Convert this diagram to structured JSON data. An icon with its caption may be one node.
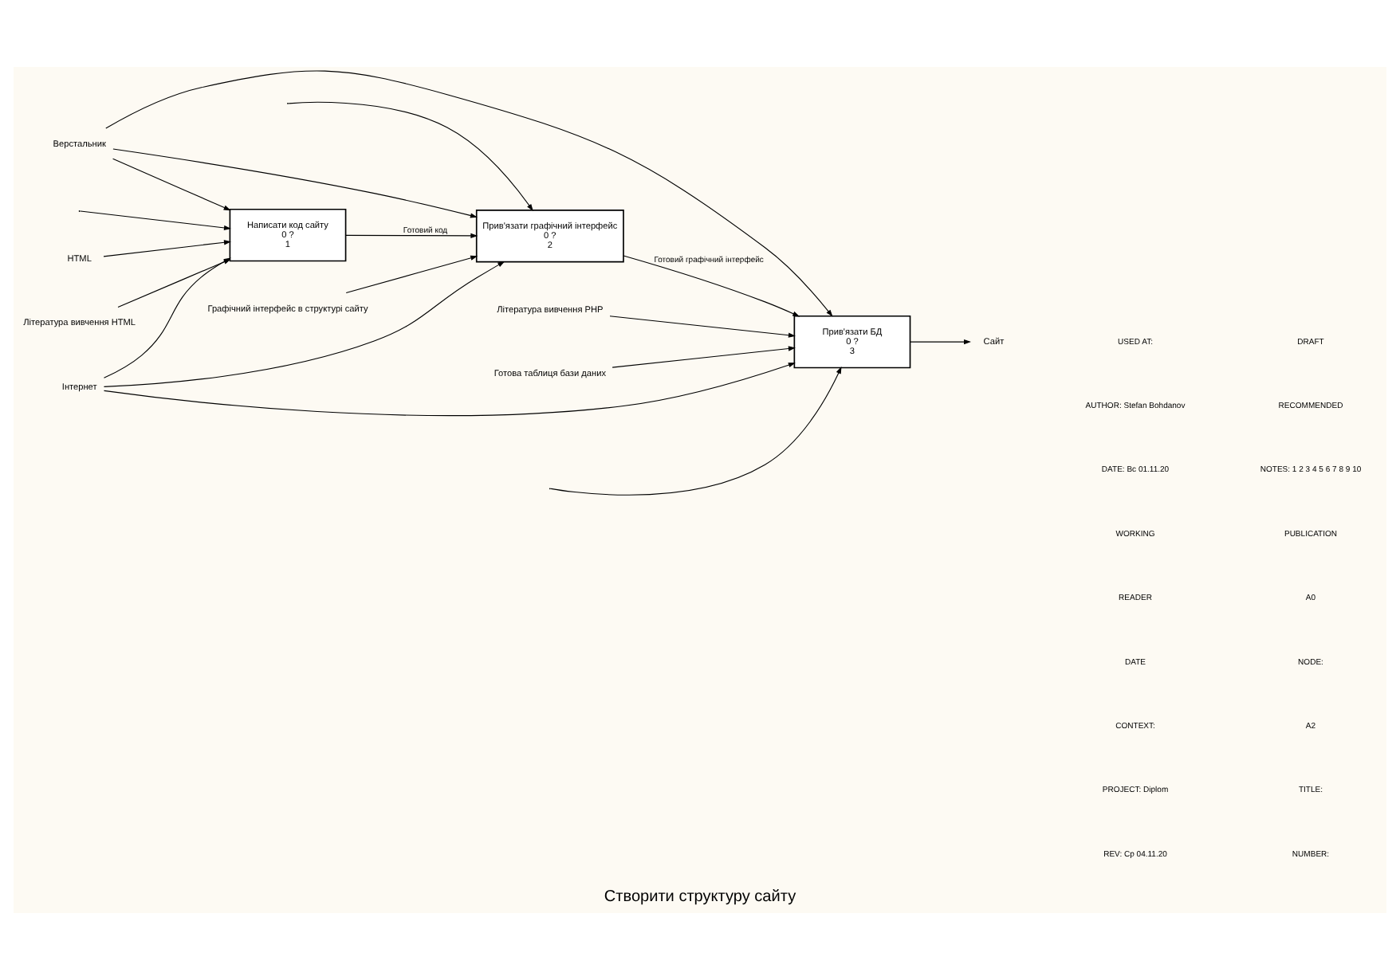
{
  "diagram": {
    "title": "Створити структуру сайту",
    "nodes": [
      {
        "text": [
          "Написати код сайту",
          "0 ?",
          "1"
        ]
      },
      {
        "text": [
          "Прив'язати графічний інтерфейс",
          "0 ?",
          "2"
        ]
      },
      {
        "text": [
          "Прив'язати БД",
          "0 ?",
          "3"
        ]
      },
      {
        "text": [
          "HTML"
        ]
      },
      {
        "text": [
          "Література вивчення HTML"
        ]
      },
      {
        "text": [
          "Інтернет"
        ]
      },
      {
        "text": [
          "Література вивчення PHP"
        ]
      },
      {
        "text": [
          "Графічний інтерфейс в структурі сайту"
        ]
      },
      {
        "text": [
          "Готова таблиця бази даних"
        ]
      },
      {
        "text": [
          "Верстальник"
        ]
      },
      {
        "text": [
          "Сайт"
        ]
      }
    ],
    "edges": [
      {
        "from": 3,
        "to": 0,
        "arrow": "to"
      },
      {
        "from": 4,
        "to": 0,
        "arrow": "to"
      },
      {
        "from": 5,
        "to": 0,
        "arrow": "to"
      },
      {
        "from": 5,
        "to": 1,
        "arrow": "to"
      },
      {
        "from": 5,
        "to": 2,
        "arrow": "to"
      },
      {
        "from": 6,
        "to": 2,
        "arrow": "to"
      },
      {
        "from": 0,
        "to": 1,
        "label": "Готовий код",
        "arrow": "to"
      },
      {
        "from": 7,
        "to": 1,
        "arrow": "to"
      },
      {
        "from": 1,
        "to": 2,
        "label": "Готовий графічний інтерфейс",
        "arrow": "to"
      },
      {
        "from": 8,
        "to": 2,
        "arrow": "to"
      },
      {
        "from": 9,
        "to": 0,
        "arrow": "to"
      },
      {
        "from": 9,
        "to": 1,
        "arrow": "to"
      },
      {
        "from": 9,
        "to": 2,
        "arrow": "to"
      },
      {
        "from": null,
        "to": 0,
        "arrow": "to"
      },
      {
        "from": null,
        "to": 1,
        "arrow": "to"
      },
      {
        "from": null,
        "to": 2,
        "arrow": "to"
      },
      {
        "from": 2,
        "to": 10,
        "arrow": "to"
      }
    ],
    "labels": [
      "USED AT:",
      "AUTHOR: Stefan Bohdanov",
      "DATE: Вс 01.11.20",
      "WORKING",
      "READER",
      "DATE",
      "CONTEXT:",
      "PROJECT: Diplom",
      "REV: Ср 04.11.20",
      "DRAFT",
      "RECOMMENDED",
      "NOTES: 1 2 3 4 5 6 7 8 9 10",
      "PUBLICATION",
      "A0",
      "NODE:",
      "A2",
      "TITLE:",
      "NUMBER:"
    ]
  }
}
